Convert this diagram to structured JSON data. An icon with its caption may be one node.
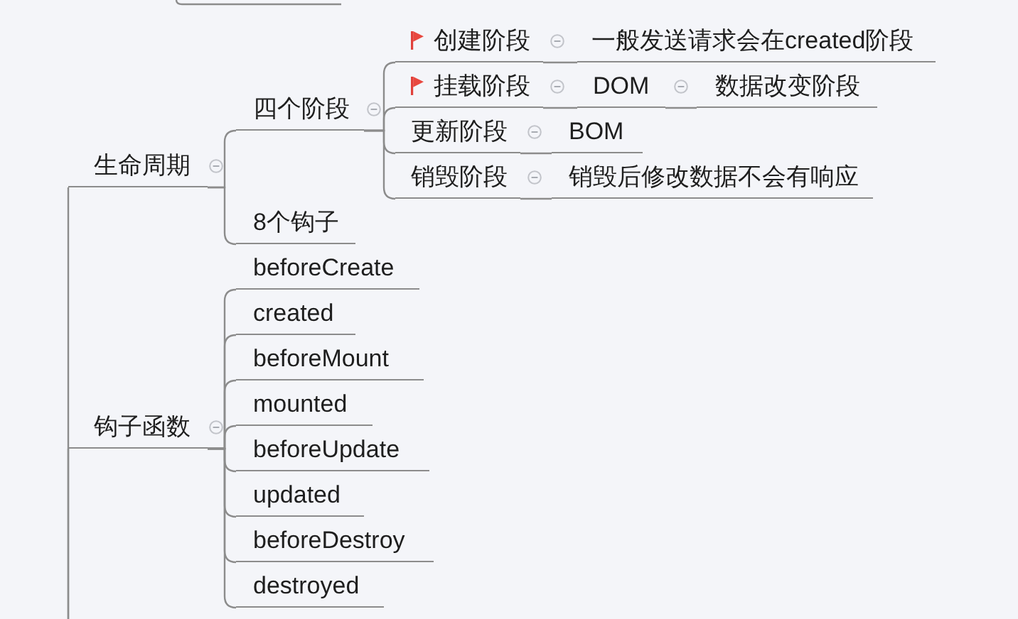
{
  "diagram": {
    "nodes": [
      {
        "text": [
          "生命周期"
        ]
      },
      {
        "text": [
          "四个阶段"
        ]
      },
      {
        "text": [
          "创建阶段"
        ]
      },
      {
        "text": [
          "一般发送请求会在created阶段"
        ]
      },
      {
        "text": [
          "挂载阶段"
        ]
      },
      {
        "text": [
          "DOM"
        ]
      },
      {
        "text": [
          "数据改变阶段"
        ]
      },
      {
        "text": [
          "更新阶段"
        ]
      },
      {
        "text": [
          "BOM"
        ]
      },
      {
        "text": [
          "销毁阶段"
        ]
      },
      {
        "text": [
          "销毁后修改数据不会有响应"
        ]
      },
      {
        "text": [
          "8个钩子"
        ]
      },
      {
        "text": [
          "钩子函数"
        ]
      },
      {
        "text": [
          "beforeCreate"
        ]
      },
      {
        "text": [
          "created"
        ]
      },
      {
        "text": [
          "beforeMount"
        ]
      },
      {
        "text": [
          "mounted"
        ]
      },
      {
        "text": [
          "beforeUpdate"
        ]
      },
      {
        "text": [
          "updated"
        ]
      },
      {
        "text": [
          "beforeDestroy"
        ]
      },
      {
        "text": [
          "destroyed"
        ]
      }
    ],
    "edges": [
      {
        "from": null,
        "to": 0,
        "arrow": "none"
      },
      {
        "from": 0,
        "to": 1,
        "arrow": "none"
      },
      {
        "from": 1,
        "to": 2,
        "arrow": "none"
      },
      {
        "from": 2,
        "to": 3,
        "arrow": "none"
      },
      {
        "from": 1,
        "to": 4,
        "arrow": "none"
      },
      {
        "from": 4,
        "to": 5,
        "arrow": "none"
      },
      {
        "from": 5,
        "to": 6,
        "arrow": "none"
      },
      {
        "from": 1,
        "to": 7,
        "arrow": "none"
      },
      {
        "from": 7,
        "to": 8,
        "arrow": "none"
      },
      {
        "from": 1,
        "to": 9,
        "arrow": "none"
      },
      {
        "from": 9,
        "to": 10,
        "arrow": "none"
      },
      {
        "from": 0,
        "to": 11,
        "arrow": "none"
      },
      {
        "from": null,
        "to": 12,
        "arrow": "none"
      },
      {
        "from": 12,
        "to": 13,
        "arrow": "none"
      },
      {
        "from": 12,
        "to": 14,
        "arrow": "none"
      },
      {
        "from": 12,
        "to": 15,
        "arrow": "none"
      },
      {
        "from": 12,
        "to": 16,
        "arrow": "none"
      },
      {
        "from": 12,
        "to": 17,
        "arrow": "none"
      },
      {
        "from": 12,
        "to": 18,
        "arrow": "none"
      },
      {
        "from": 12,
        "to": 19,
        "arrow": "none"
      },
      {
        "from": 12,
        "to": 20,
        "arrow": "none"
      }
    ]
  }
}
